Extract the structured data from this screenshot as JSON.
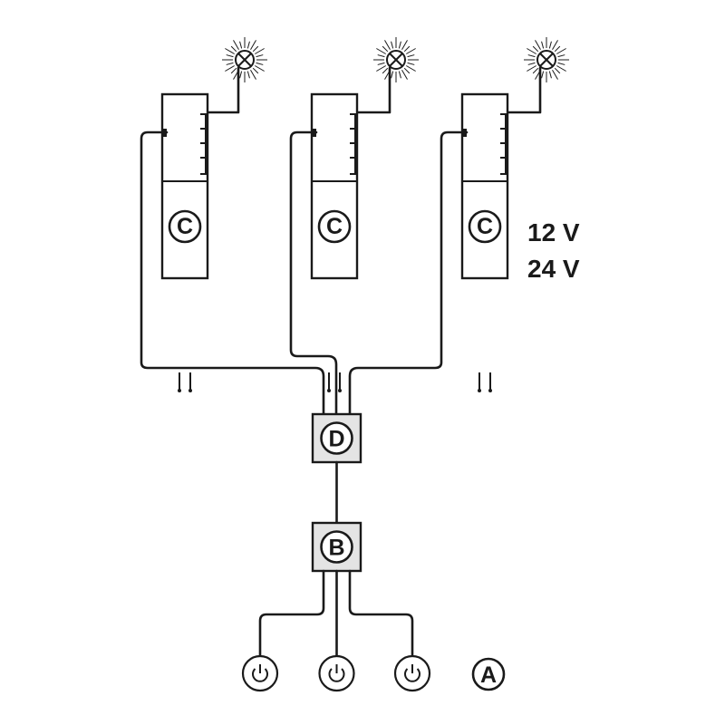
{
  "labels": {
    "driver": "C",
    "distributor": "D",
    "switch_box": "B",
    "switch": "A"
  },
  "voltages": [
    "12 V",
    "24 V"
  ],
  "icons": {
    "lamp": "lamp-cross-icon",
    "switch": "power-icon"
  },
  "colors": {
    "line": "#1a1a1a",
    "box_fill": "#e4e4e4",
    "background": "#ffffff"
  }
}
